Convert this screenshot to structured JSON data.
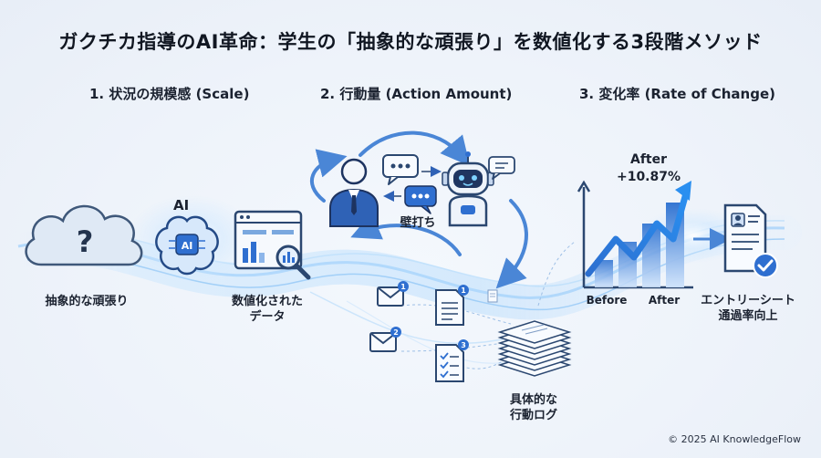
{
  "title": "ガクチカ指導のAI革命：学生の「抽象的な頑張り」を数値化する3段階メソッド",
  "steps": [
    {
      "label": "1. 状況の規模感 (Scale)"
    },
    {
      "label": "2. 行動量 (Action Amount)"
    },
    {
      "label": "3. 変化率 (Rate of Change)"
    }
  ],
  "labels": {
    "ai": "AI",
    "ai_chip": "AI",
    "abstract_effort": "抽象的な頑張り",
    "quantified_data_line1": "数値化された",
    "quantified_data_line2": "データ",
    "sparring": "壁打ち",
    "concrete_log_line1": "具体的な",
    "concrete_log_line2": "行動ログ",
    "after_title": "After",
    "after_value": "+10.87%",
    "axis_before": "Before",
    "axis_after": "After",
    "entry_line1": "エントリーシート",
    "entry_line2": "通過率向上"
  },
  "badges": {
    "mail_1": "1",
    "mail_2": "2",
    "doc_1": "1",
    "doc_3": "3"
  },
  "icons": [
    "question-cloud-icon",
    "ai-brain-icon",
    "dashboard-magnifier-icon",
    "person-icon",
    "robot-icon",
    "chat-bubble-icon",
    "mail-icon",
    "document-icon",
    "checklist-icon",
    "document-stack-icon",
    "growth-chart-icon",
    "resume-check-icon"
  ],
  "colors": {
    "accent": "#1f5fb8",
    "accent_light": "#6fb4ef",
    "glow": "#bfe2ff",
    "text": "#141a26"
  },
  "footer": {
    "copyright": "© 2025 AI KnowledgeFlow"
  }
}
